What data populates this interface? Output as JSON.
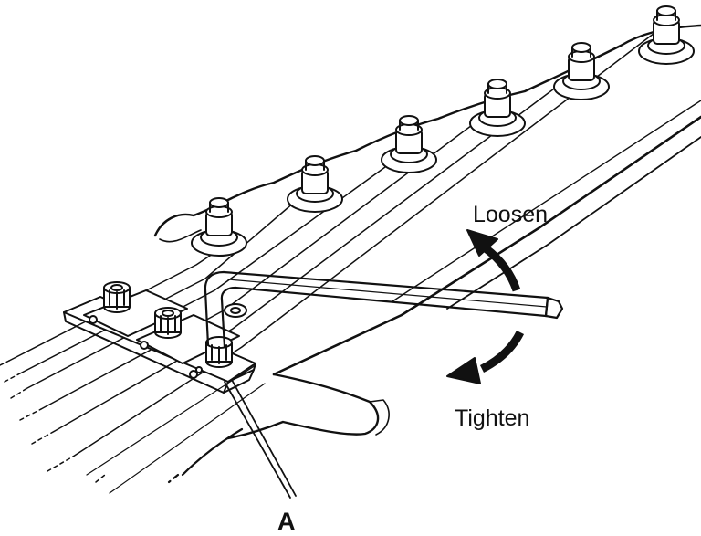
{
  "labels": {
    "loosen": "Loosen",
    "tighten": "Tighten",
    "callout": "A"
  },
  "colors": {
    "ink": "#111111",
    "paper": "#ffffff"
  },
  "icons": {
    "headstock": "guitar-headstock-drawing",
    "tuners": "tuning-peg-icon",
    "locking_nut": "locking-nut-icon",
    "wrench": "hex-wrench-icon",
    "loosen_arrow": "curved-arrow-up-icon",
    "tighten_arrow": "curved-arrow-down-icon"
  }
}
